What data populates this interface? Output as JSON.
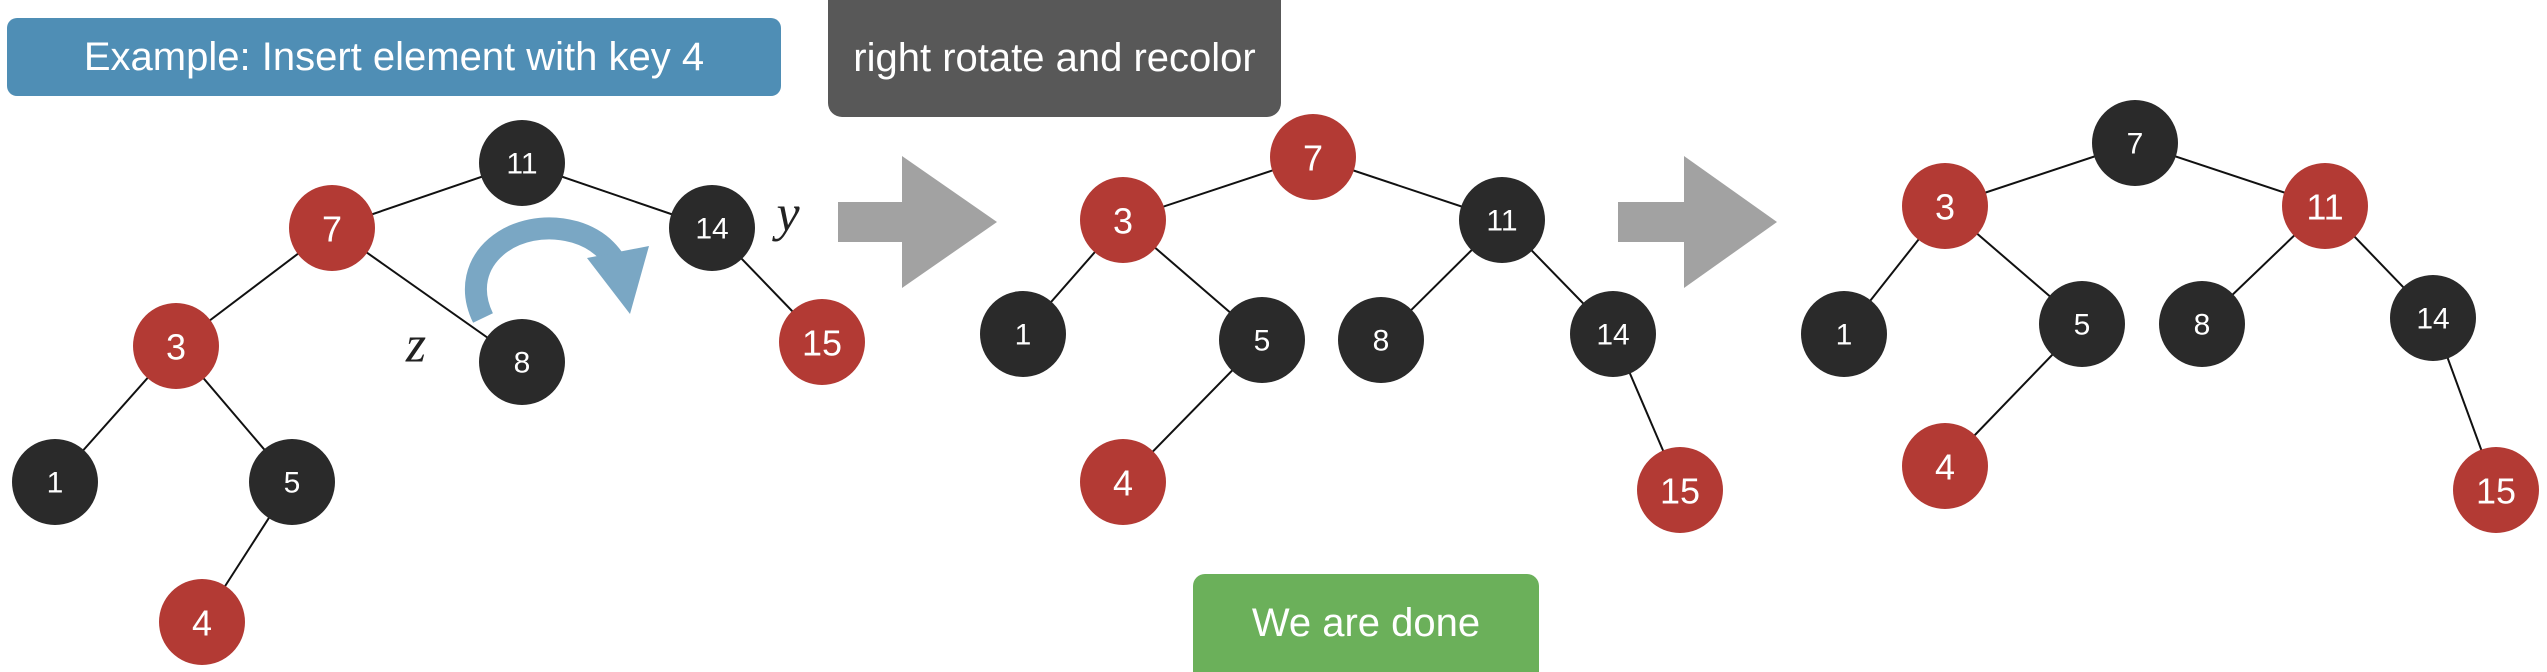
{
  "title": "Example: Insert element with key 4",
  "caption": "right rotate and recolor",
  "footer": "We are done",
  "colors": {
    "red": "#b33a34",
    "black": "#2a2a2a",
    "edge": "#111111",
    "rotate_arrow": "#7aa7c4",
    "step_arrow": "#a2a2a2",
    "title_bg": "#4f8eb5",
    "caption_bg": "#585858",
    "footer_bg": "#6bb05a"
  },
  "trees": [
    {
      "name": "before",
      "nodes": [
        {
          "key": "11",
          "color": "black"
        },
        {
          "key": "7",
          "color": "red"
        },
        {
          "key": "14",
          "color": "black"
        },
        {
          "key": "3",
          "color": "red"
        },
        {
          "key": "8",
          "color": "black"
        },
        {
          "key": "15",
          "color": "red"
        },
        {
          "key": "1",
          "color": "black"
        },
        {
          "key": "5",
          "color": "black"
        },
        {
          "key": "4",
          "color": "red"
        }
      ],
      "edges": [
        [
          "11",
          "7"
        ],
        [
          "11",
          "14"
        ],
        [
          "7",
          "3"
        ],
        [
          "7",
          "8"
        ],
        [
          "14",
          "15"
        ],
        [
          "3",
          "1"
        ],
        [
          "3",
          "5"
        ],
        [
          "5",
          "4"
        ]
      ],
      "variables": [
        {
          "text": "z",
          "near": "8"
        },
        {
          "text": "y",
          "near": "14"
        }
      ]
    },
    {
      "name": "after-rotate",
      "nodes": [
        {
          "key": "7",
          "color": "red"
        },
        {
          "key": "3",
          "color": "red"
        },
        {
          "key": "11",
          "color": "black"
        },
        {
          "key": "1",
          "color": "black"
        },
        {
          "key": "5",
          "color": "black"
        },
        {
          "key": "8",
          "color": "black"
        },
        {
          "key": "14",
          "color": "black"
        },
        {
          "key": "4",
          "color": "red"
        },
        {
          "key": "15",
          "color": "red"
        }
      ],
      "edges": [
        [
          "7",
          "3"
        ],
        [
          "7",
          "11"
        ],
        [
          "3",
          "1"
        ],
        [
          "3",
          "5"
        ],
        [
          "5",
          "4"
        ],
        [
          "11",
          "8"
        ],
        [
          "11",
          "14"
        ],
        [
          "14",
          "15"
        ]
      ]
    },
    {
      "name": "after-recolor",
      "nodes": [
        {
          "key": "7",
          "color": "black"
        },
        {
          "key": "3",
          "color": "red"
        },
        {
          "key": "11",
          "color": "red"
        },
        {
          "key": "1",
          "color": "black"
        },
        {
          "key": "5",
          "color": "black"
        },
        {
          "key": "8",
          "color": "black"
        },
        {
          "key": "14",
          "color": "black"
        },
        {
          "key": "4",
          "color": "red"
        },
        {
          "key": "15",
          "color": "red"
        }
      ],
      "edges": [
        [
          "7",
          "3"
        ],
        [
          "7",
          "11"
        ],
        [
          "3",
          "1"
        ],
        [
          "3",
          "5"
        ],
        [
          "5",
          "4"
        ],
        [
          "11",
          "8"
        ],
        [
          "11",
          "14"
        ],
        [
          "14",
          "15"
        ]
      ]
    }
  ]
}
